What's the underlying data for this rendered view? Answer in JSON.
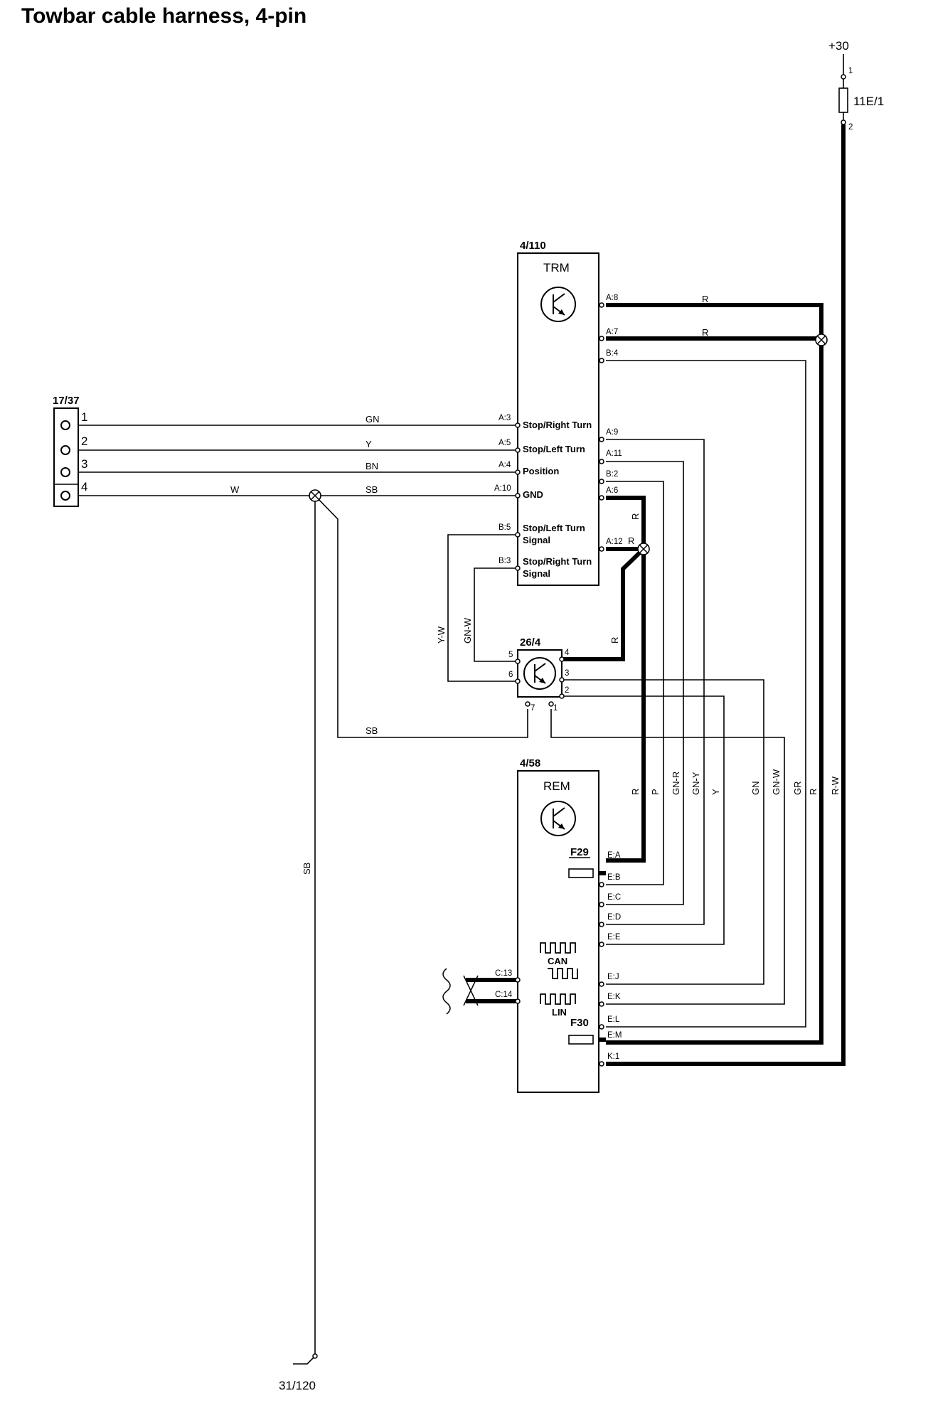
{
  "title": "Towbar cable harness, 4-pin",
  "power": {
    "label": "+30",
    "fuse": "11E/1",
    "pin_top": "1",
    "pin_bottom": "2"
  },
  "trm": {
    "ref": "4/110",
    "name": "TRM",
    "functions": [
      "Stop/Right Turn",
      "Stop/Left Turn",
      "Position",
      "GND",
      "Stop/Left Turn",
      "Signal",
      "Stop/Right Turn",
      "Signal"
    ],
    "left_pins": [
      "A:3",
      "A:5",
      "A:4",
      "A:10",
      "B:5",
      "B:3"
    ],
    "right_pins": [
      "A:8",
      "A:7",
      "B:4",
      "A:9",
      "A:11",
      "B:2",
      "A:6",
      "A:12"
    ]
  },
  "connector": {
    "ref": "17/37",
    "pins": [
      "1",
      "2",
      "3",
      "4"
    ]
  },
  "wire_colors": {
    "gn": "GN",
    "y": "Y",
    "bn": "BN",
    "w": "W",
    "sb": "SB",
    "r": "R",
    "yw": "Y-W",
    "gnw": "GN-W",
    "p": "P",
    "gnr": "GN-R",
    "gny": "GN-Y",
    "gr": "GR",
    "rw": "R-W"
  },
  "relay": {
    "ref": "26/4",
    "pins": [
      "5",
      "6",
      "4",
      "3",
      "2",
      "7",
      "1"
    ]
  },
  "rem": {
    "ref": "4/58",
    "name": "REM",
    "fuses": [
      "F29",
      "F30"
    ],
    "bus_labels": [
      "CAN",
      "LIN"
    ],
    "left_pins": [
      "C:13",
      "C:14"
    ],
    "right_pins": [
      "E:A",
      "E:B",
      "E:C",
      "E:D",
      "E:E",
      "E:J",
      "E:K",
      "E:L",
      "E:M",
      "K:1"
    ]
  },
  "ground": {
    "ref": "31/120"
  }
}
